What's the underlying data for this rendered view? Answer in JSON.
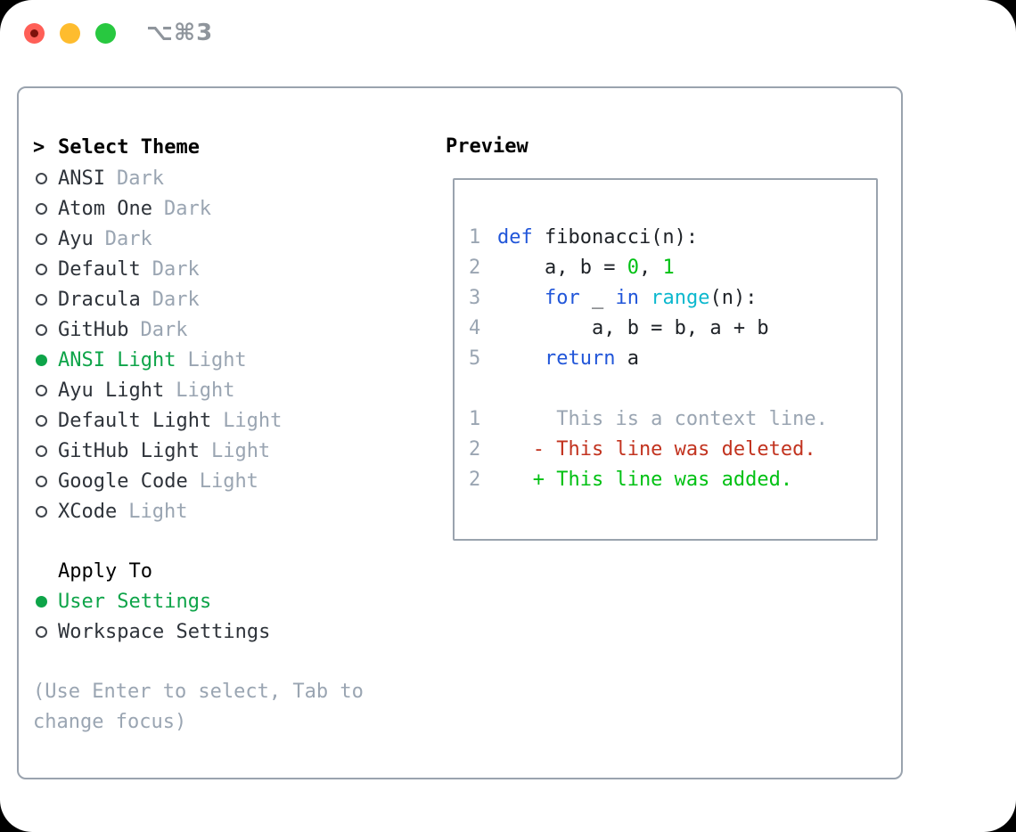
{
  "window": {
    "shortcut": "⌥⌘3"
  },
  "theme_panel": {
    "caret": ">",
    "title": "Select Theme",
    "items": [
      {
        "name": "ANSI",
        "variant": "Dark",
        "selected": false
      },
      {
        "name": "Atom One",
        "variant": "Dark",
        "selected": false
      },
      {
        "name": "Ayu",
        "variant": "Dark",
        "selected": false
      },
      {
        "name": "Default",
        "variant": "Dark",
        "selected": false
      },
      {
        "name": "Dracula",
        "variant": "Dark",
        "selected": false
      },
      {
        "name": "GitHub",
        "variant": "Dark",
        "selected": false
      },
      {
        "name": "ANSI Light",
        "variant": "Light",
        "selected": true
      },
      {
        "name": "Ayu Light",
        "variant": "Light",
        "selected": false
      },
      {
        "name": "Default Light",
        "variant": "Light",
        "selected": false
      },
      {
        "name": "GitHub Light",
        "variant": "Light",
        "selected": false
      },
      {
        "name": "Google Code",
        "variant": "Light",
        "selected": false
      },
      {
        "name": "XCode",
        "variant": "Light",
        "selected": false
      }
    ],
    "apply_to": {
      "title": "Apply To",
      "options": [
        {
          "label": "User Settings",
          "selected": true
        },
        {
          "label": "Workspace Settings",
          "selected": false
        }
      ]
    },
    "hint": "(Use Enter to select, Tab to change focus)"
  },
  "preview": {
    "title": "Preview",
    "lines": [
      {
        "num": "1",
        "tokens": [
          [
            "def ",
            "keyword"
          ],
          [
            "fibonacci(n):",
            "code_text"
          ]
        ]
      },
      {
        "num": "2",
        "tokens": [
          [
            "    a, b = ",
            "code_text"
          ],
          [
            "0",
            "number"
          ],
          [
            ", ",
            "code_text"
          ],
          [
            "1",
            "number"
          ]
        ]
      },
      {
        "num": "3",
        "tokens": [
          [
            "    ",
            "code_text"
          ],
          [
            "for",
            "keyword"
          ],
          [
            " _ ",
            "code_text"
          ],
          [
            "in",
            "keyword"
          ],
          [
            " ",
            "code_text"
          ],
          [
            "range",
            "builtin"
          ],
          [
            "(n):",
            "code_text"
          ]
        ]
      },
      {
        "num": "4",
        "tokens": [
          [
            "        a, b = b, a + b",
            "code_text"
          ]
        ]
      },
      {
        "num": "5",
        "tokens": [
          [
            "    ",
            "code_text"
          ],
          [
            "return",
            "keyword"
          ],
          [
            " a",
            "code_text"
          ]
        ]
      },
      {
        "num": "",
        "tokens": []
      },
      {
        "num": "1",
        "tokens": [
          [
            "     This is a context line.",
            "muted"
          ]
        ]
      },
      {
        "num": "2",
        "tokens": [
          [
            "   - This line was deleted.",
            "deleted"
          ]
        ]
      },
      {
        "num": "2",
        "tokens": [
          [
            "   + This line was added.",
            "added"
          ]
        ]
      }
    ]
  },
  "colors": {
    "border": "#9aa3ae",
    "selected": "#0ea449",
    "muted": "#9aa5b2",
    "keyword": "#2156d9",
    "builtin": "#0cb8ce",
    "number": "#00c113",
    "code_text": "#1e2227",
    "deleted": "#c2331f",
    "added": "#00c113",
    "list_text": "#2e333a",
    "header_text": "#000000",
    "shortcut": "#8f959c",
    "tl_close": "#ff5f57",
    "tl_close_dot": "#7e120b",
    "tl_min": "#febc2e",
    "tl_zoom": "#28c840"
  }
}
